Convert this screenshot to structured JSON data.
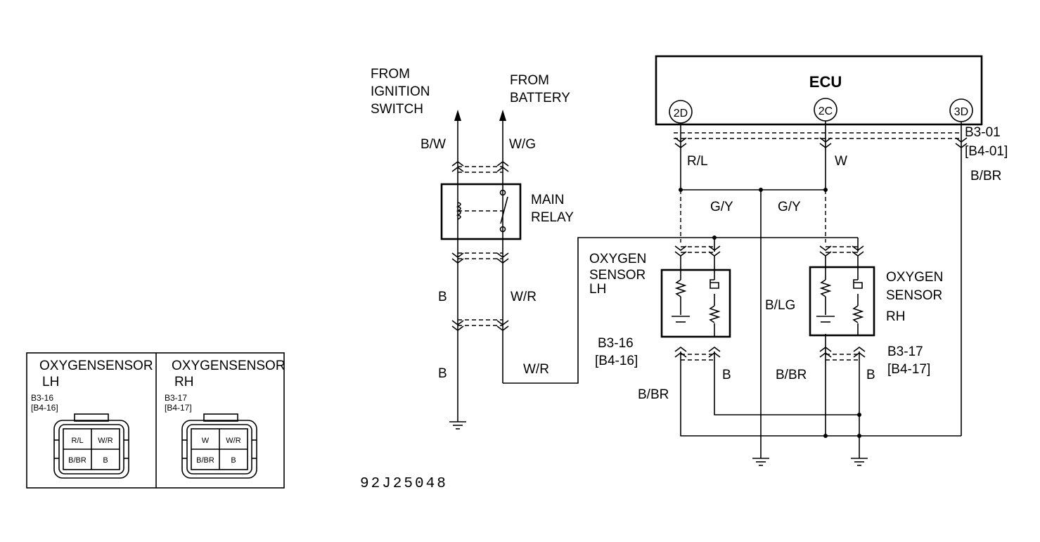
{
  "labels": {
    "from_ignition": [
      "FROM",
      "IGNITION",
      "SWITCH"
    ],
    "from_battery": [
      "FROM",
      "BATTERY"
    ],
    "ecu": "ECU",
    "main_relay": [
      "MAIN",
      "RELAY"
    ],
    "o2_lh": [
      "OXYGEN",
      "SENSOR",
      "LH"
    ],
    "o2_rh": [
      "OXYGEN",
      "SENSOR",
      "RH"
    ],
    "figure_code": "92J25048"
  },
  "terminals": {
    "t1": "2D",
    "t2": "2C",
    "t3": "3D"
  },
  "connectors": {
    "ecu": [
      "B3-01",
      "[B4-01]"
    ],
    "lh": [
      "B3-16",
      "[B4-16]"
    ],
    "rh": [
      "B3-17",
      "[B4-17]"
    ]
  },
  "wires": {
    "bw": "B/W",
    "wg": "W/G",
    "b_top": "B",
    "wr_mid": "W/R",
    "b_low": "B",
    "wr_low": "W/R",
    "rl": "R/L",
    "w": "W",
    "bbr_ecu": "B/BR",
    "gy1": "G/Y",
    "gy2": "G/Y",
    "blg": "B/LG",
    "b_lh": "B",
    "bbr_lh": "B/BR",
    "bbr_mid": "B/BR",
    "b_rh": "B"
  },
  "inset": {
    "lh": {
      "title": "OXYGENSENSOR",
      "side": "LH",
      "code": "B3-16",
      "alt": "[B4-16]",
      "pins": [
        "R/L",
        "W/R",
        "B/BR",
        "B"
      ]
    },
    "rh": {
      "title": "OXYGENSENSOR",
      "side": "RH",
      "code": "B3-17",
      "alt": "[B4-17]",
      "pins": [
        "W",
        "W/R",
        "B/BR",
        "B"
      ]
    }
  }
}
